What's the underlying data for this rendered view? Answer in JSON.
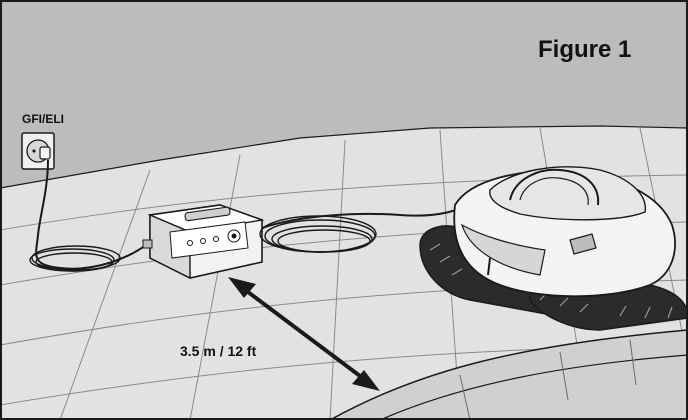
{
  "figure": {
    "title": "Figure 1"
  },
  "labels": {
    "outlet": "GFI/ELI",
    "distance": "3.5 m / 12 ft"
  },
  "colors": {
    "wall": "#bcbcbc",
    "floor": "#e0e0e0",
    "line": "#1a1a1a",
    "shade": "#9a9a9a",
    "robot_shell": "#f4f4f4",
    "track": "#2b2b2b"
  },
  "icons": {
    "outlet": "power-outlet-icon",
    "arrow": "double-arrow-icon"
  }
}
